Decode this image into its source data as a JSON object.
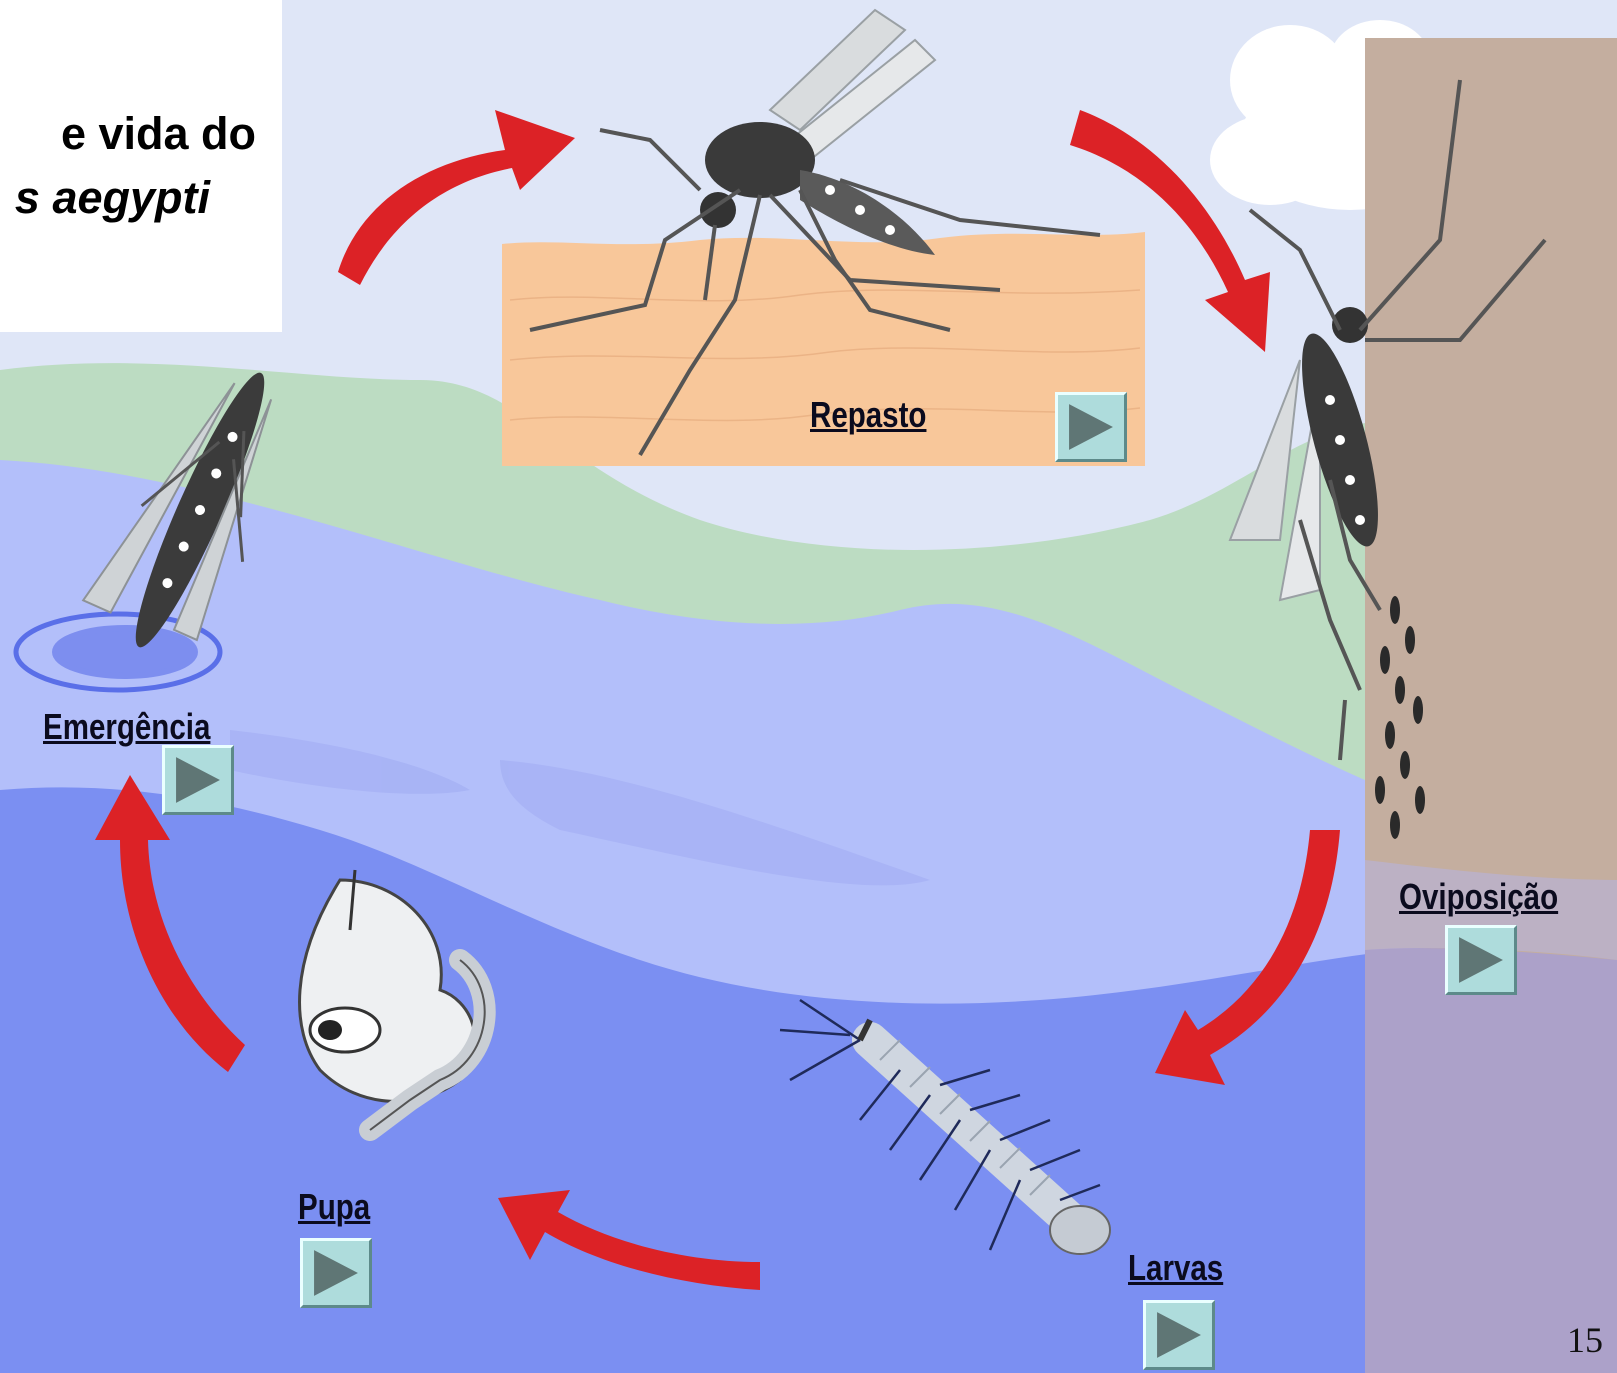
{
  "title": {
    "line1": "e vida do",
    "line2": "s aegypti"
  },
  "stages": {
    "repasto": "Repasto",
    "oviposicao": "Oviposição",
    "larvas": "Larvas",
    "pupa": "Pupa",
    "emergencia": "Emergência"
  },
  "page_number": "15",
  "colors": {
    "sky": "#dfe6f7",
    "grass": "#bcdcc2",
    "water_light": "#b3bffa",
    "water_deep": "#7b8ff2",
    "skin": "#f8c79a",
    "tree_trunk": "#c4ae9f",
    "arrow_red": "#dc2226",
    "button": "#aedcdc",
    "play_triangle": "#5f7675"
  },
  "icons": {
    "play": "play-icon",
    "arrow": "cycle-arrow",
    "mosquito": "mosquito-illustration",
    "larva": "larva-illustration",
    "pupa": "pupa-illustration",
    "eggs": "eggs-illustration",
    "cloud": "cloud-illustration"
  }
}
